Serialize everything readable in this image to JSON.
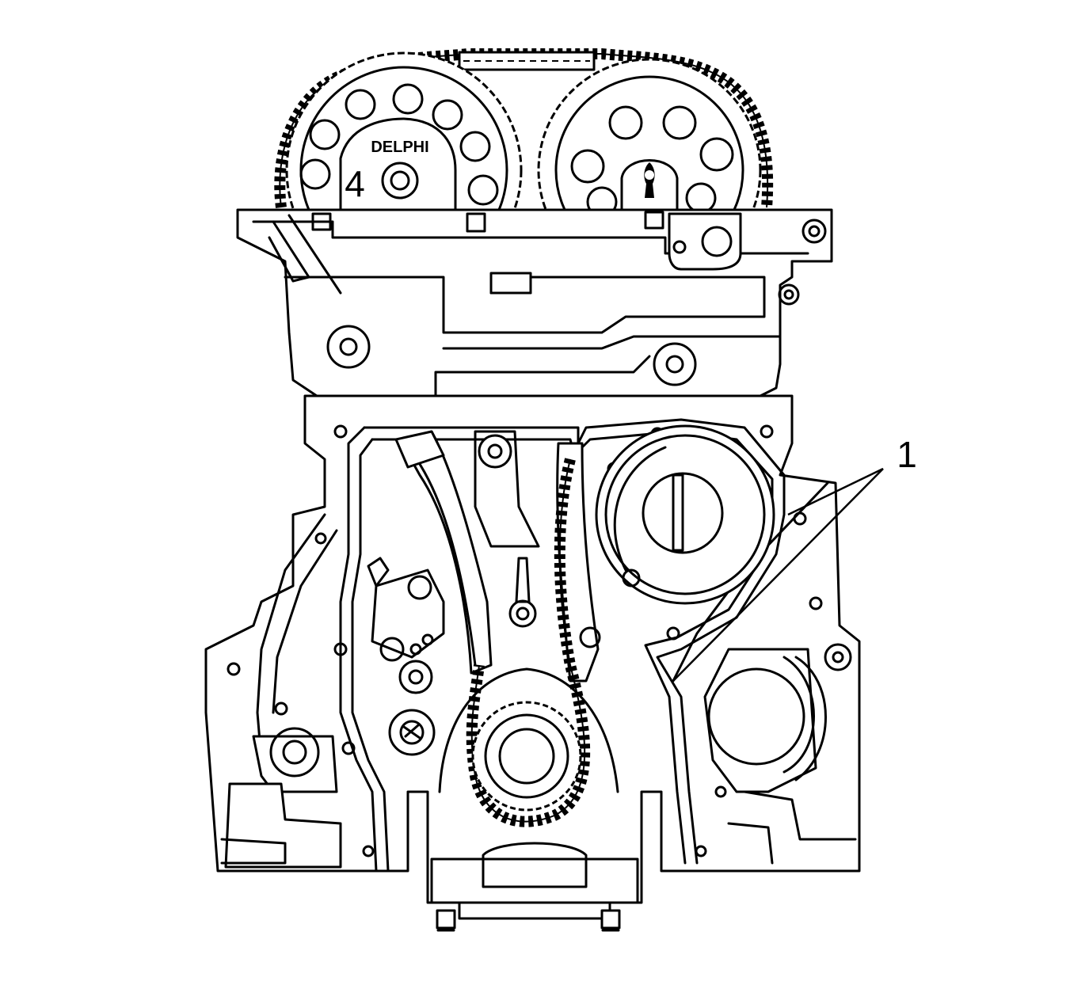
{
  "figure": {
    "callout_label": "1",
    "sprocket_brand": "DELPHI",
    "sprocket_mark": "4"
  }
}
